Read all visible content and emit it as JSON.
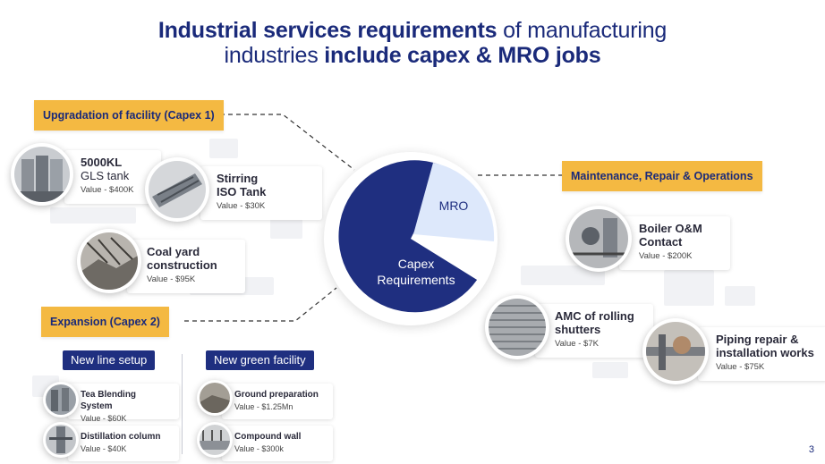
{
  "title": {
    "line1_bold": "Industrial services requirements",
    "line1_regular": " of manufacturing",
    "line2_regular": "industries ",
    "line2_bold": "include capex & MRO jobs"
  },
  "pie": {
    "capex_label_1": "Capex",
    "capex_label_2": "Requirements",
    "mro_label": "MRO",
    "capex_color": "#1f2f80",
    "mro_color": "#dde8fb"
  },
  "upgradation": {
    "label": "Upgradation of  facility (Capex 1)",
    "items": [
      {
        "name_bold": "5000KL",
        "name_regular": "GLS tank",
        "value": "Value - $400K"
      },
      {
        "name_bold": "Stirring",
        "name_bold_2": "ISO Tank",
        "value": "Value - $30K"
      },
      {
        "name_bold": "Coal yard",
        "name_bold_2": "construction",
        "value": "Value - $95K"
      }
    ]
  },
  "expansion": {
    "label": "Expansion (Capex 2)",
    "tags": [
      "New line setup",
      "New green facility"
    ],
    "items": [
      {
        "name": "Tea Blending System",
        "value": "Value - $60K"
      },
      {
        "name": "Distillation column",
        "value": "Value - $40K"
      },
      {
        "name": "Ground preparation",
        "value": "Value - $1.25Mn"
      },
      {
        "name": "Compound wall",
        "value": "Value - $300k"
      }
    ]
  },
  "mro": {
    "label": "Maintenance, Repair & Operations",
    "items": [
      {
        "name_bold": "Boiler O&M",
        "name_bold_2": "Contact",
        "value": "Value - $200K"
      },
      {
        "name_bold": "AMC of rolling",
        "name_bold_2": "shutters",
        "value": "Value - $7K"
      },
      {
        "name_bold": "Piping repair &",
        "name_bold_2": "installation works",
        "value": "Value - $75K"
      }
    ]
  },
  "icons": {
    "tank": "gls-tank-photo-icon",
    "iso": "iso-tank-photo-icon",
    "coal": "coal-yard-photo-icon",
    "boiler": "boiler-photo-icon",
    "shutter": "shutter-photo-icon",
    "pipe": "piping-photo-icon"
  },
  "colors": {
    "navy": "#1a2a7a",
    "yellow": "#f4b942"
  },
  "page_number": "3"
}
